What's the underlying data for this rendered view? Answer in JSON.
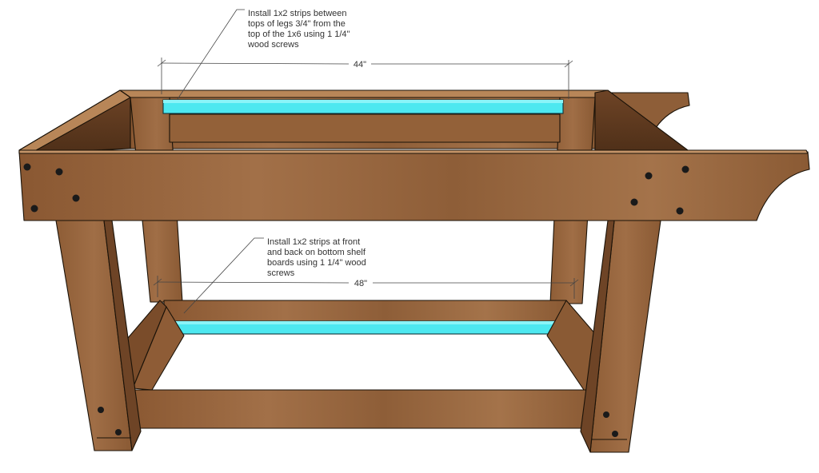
{
  "annotations": {
    "top_note": [
      "Install 1x2 strips between",
      "tops of legs 3/4\" from the",
      "top of the 1x6 using 1 1/4\"",
      "wood screws"
    ],
    "bottom_note": [
      "Install 1x2 strips at front",
      "and back on bottom shelf",
      "boards using 1 1/4\" wood",
      "screws"
    ]
  },
  "dimensions": {
    "top": "44\"",
    "bottom": "48\""
  },
  "colors": {
    "highlight": "#4de8f0",
    "wood_light": "#a6744a",
    "wood_mid": "#8c5c36",
    "wood_dark": "#5e3a20",
    "screw": "#1a1a1a"
  }
}
